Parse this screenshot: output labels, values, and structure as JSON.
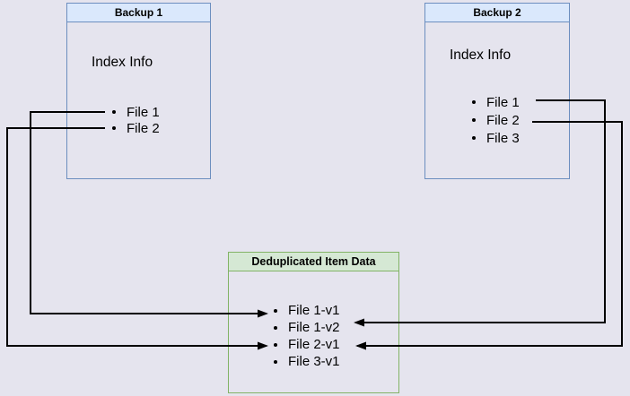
{
  "boxes": {
    "backup1": {
      "title": "Backup 1",
      "subtitle": "Index Info",
      "files": [
        "File 1",
        "File 2"
      ],
      "border_color": "#6C8EBF",
      "title_fill": "#DAE8FC"
    },
    "backup2": {
      "title": "Backup 2",
      "subtitle": "Index Info",
      "files": [
        "File 1",
        "File 2",
        "File 3"
      ],
      "border_color": "#6C8EBF",
      "title_fill": "#DAE8FC"
    },
    "dedup": {
      "title": "Deduplicated Item Data",
      "items": [
        "File 1-v1",
        "File 1-v2",
        "File 2-v1",
        "File 3-v1"
      ],
      "border_color": "#82B366",
      "title_fill": "#D5E8D4"
    }
  },
  "edges": [
    {
      "from": "Backup 1: File 1",
      "to": "Deduplicated Item Data: File 1-v1"
    },
    {
      "from": "Backup 1: File 2",
      "to": "Deduplicated Item Data: File 2-v1"
    },
    {
      "from": "Backup 2: File 1",
      "to": "Deduplicated Item Data: File 1-v2"
    },
    {
      "from": "Backup 2: File 2",
      "to": "Deduplicated Item Data: File 2-v1"
    }
  ],
  "colors": {
    "background": "#E5E4EE",
    "arrow": "#000000",
    "text": "#000000"
  }
}
